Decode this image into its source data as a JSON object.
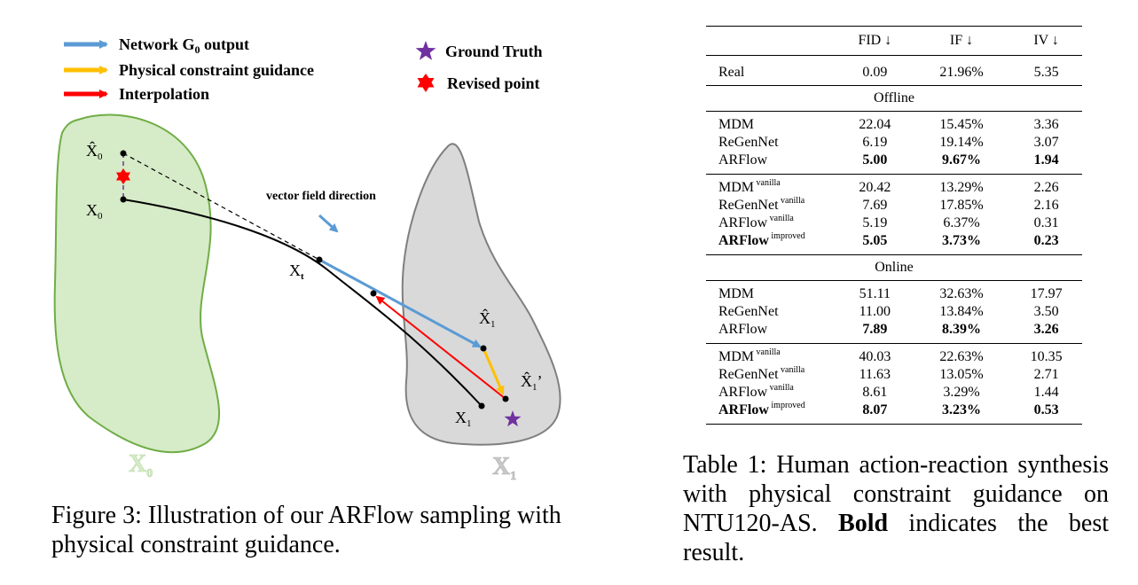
{
  "figure": {
    "legend": {
      "network": "Network G",
      "network_sub": "0",
      "network_tail": " output",
      "physical": "Physical constraint guidance",
      "interp": "Interpolation",
      "gt": "Ground Truth",
      "revised": "Revised point"
    },
    "labels": {
      "x0hat": "X̂",
      "x0hat_sub": "0",
      "x0": "X",
      "x0_sub": "0",
      "xt": "X",
      "xt_sub": "t",
      "x1hat": "X̂",
      "x1hat_sub": "1",
      "x1hatp": "X̂",
      "x1hatp_sub": "1",
      "x1hatp_prime": "’",
      "x1": "X",
      "x1_sub": "1",
      "vfd": "vector field direction",
      "region0": "X",
      "region0_sub": "0",
      "region1": "X",
      "region1_sub": "1"
    },
    "colors": {
      "network": "#5b9bd5",
      "physical": "#ffc000",
      "interp": "#ff0000",
      "gt": "#7030a0",
      "revised": "#ff0000",
      "region0_fill": "#d6ebc7",
      "region0_stroke": "#70ad47",
      "region1_fill": "#d9d9d9",
      "region1_stroke": "#7f7f7f"
    }
  },
  "figure_caption": "Figure 3: Illustration of our ARFlow sampling with physical constraint guidance.",
  "table": {
    "headers": [
      "FID ↓",
      "IF ↓",
      "IV ↓"
    ],
    "real": {
      "name": "Real",
      "fid": "0.09",
      "if": "21.96%",
      "iv": "5.35"
    },
    "offline_label": "Offline",
    "online_label": "Online",
    "offline_a": [
      {
        "name": "MDM",
        "fid": "22.04",
        "if": "15.45%",
        "iv": "3.36"
      },
      {
        "name": "ReGenNet",
        "fid": "6.19",
        "if": "19.14%",
        "iv": "3.07"
      },
      {
        "name": "ARFlow",
        "fid": "5.00",
        "if": "9.67%",
        "iv": "1.94"
      }
    ],
    "offline_b": [
      {
        "name": "MDM",
        "sup": "vanilla",
        "fid": "20.42",
        "if": "13.29%",
        "iv": "2.26"
      },
      {
        "name": "ReGenNet",
        "sup": "vanilla",
        "fid": "7.69",
        "if": "17.85%",
        "iv": "2.16"
      },
      {
        "name": "ARFlow",
        "sup": "vanilla",
        "fid": "5.19",
        "if": "6.37%",
        "iv": "0.31"
      },
      {
        "name": "ARFlow",
        "sup": "improved",
        "fid": "5.05",
        "if": "3.73%",
        "iv": "0.23"
      }
    ],
    "online_a": [
      {
        "name": "MDM",
        "fid": "51.11",
        "if": "32.63%",
        "iv": "17.97"
      },
      {
        "name": "ReGenNet",
        "fid": "11.00",
        "if": "13.84%",
        "iv": "3.50"
      },
      {
        "name": "ARFlow",
        "fid": "7.89",
        "if": "8.39%",
        "iv": "3.26"
      }
    ],
    "online_b": [
      {
        "name": "MDM",
        "sup": "vanilla",
        "fid": "40.03",
        "if": "22.63%",
        "iv": "10.35"
      },
      {
        "name": "ReGenNet",
        "sup": "vanilla",
        "fid": "11.63",
        "if": "13.05%",
        "iv": "2.71"
      },
      {
        "name": "ARFlow",
        "sup": "vanilla",
        "fid": "8.61",
        "if": "3.29%",
        "iv": "1.44"
      },
      {
        "name": "ARFlow",
        "sup": "improved",
        "fid": "8.07",
        "if": "3.23%",
        "iv": "0.53"
      }
    ]
  },
  "table_caption": {
    "prefix": "Table 1: Human action-reaction synthesis with physical constraint guidance on NTU120-AS. ",
    "bold": "Bold",
    "suffix": " indicates the best result."
  }
}
